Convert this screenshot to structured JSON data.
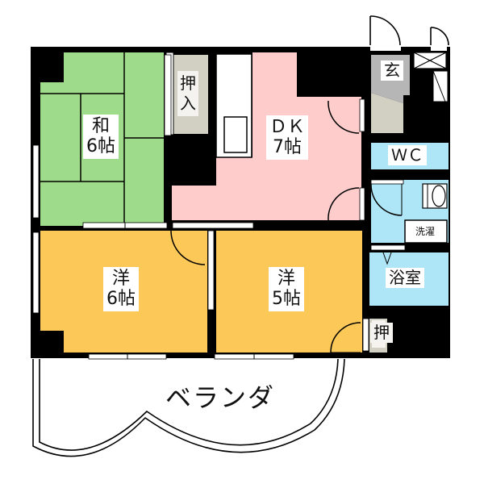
{
  "floor_plan": {
    "colors": {
      "wall": "#000000",
      "washitsu": "#9edb8a",
      "dk": "#ffcccc",
      "yoshitsu": "#fcc858",
      "wet_area": "#aee6f8",
      "genkan": "#b6b6b6",
      "storage": "#d2d0c2",
      "label_bg": "#ffffff"
    },
    "rooms": {
      "washitsu": {
        "name": "和",
        "size": "6帖"
      },
      "oshiire_1": {
        "line1": "押",
        "line2": "入"
      },
      "dk": {
        "name": "ＤＫ",
        "size": "7帖"
      },
      "genkan": {
        "name": "玄"
      },
      "wc": {
        "name": "ＷＣ"
      },
      "laundry": {
        "name": "洗濯"
      },
      "bath": {
        "name": "浴室"
      },
      "youshitsu_6": {
        "name": "洋",
        "size": "6帖"
      },
      "youshitsu_5": {
        "name": "洋",
        "size": "5帖"
      },
      "oshiire_2": {
        "name": "押"
      },
      "veranda": {
        "name": "ベランダ"
      }
    }
  }
}
